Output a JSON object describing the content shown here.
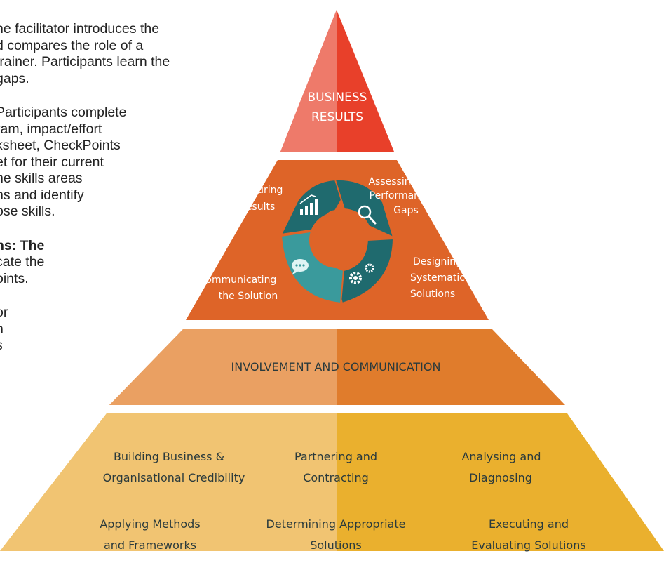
{
  "background_text": [
    [
      "he facilitator introduces the",
      "d compares the role of a",
      "trainer. Participants learn the",
      "gaps."
    ],
    [
      "Participants complete",
      "ram, impact/effort",
      "ksheet, CheckPoints",
      "et for their current",
      "he skills areas",
      "ns and identify",
      "ose skills."
    ],
    [
      "ns: The",
      "cate the",
      "oints."
    ],
    [
      "or",
      "n",
      "s"
    ]
  ],
  "pyramid": {
    "top": {
      "line1": "BUSINESS",
      "line2": "RESULTS"
    },
    "cycle": {
      "measuring": [
        "Measuring",
        "Results"
      ],
      "assessing": [
        "Assessing",
        "Performance",
        "Gaps"
      ],
      "designing": [
        "Designing",
        "Systematic",
        "Solutions"
      ],
      "communicating": [
        "Communicating",
        "the Solution"
      ]
    },
    "middle": {
      "label": "INVOLVEMENT AND COMMUNICATION"
    },
    "base": {
      "building": [
        "Building Business &",
        "Organisational Credibility"
      ],
      "partnering": [
        "Partnering and",
        "Contracting"
      ],
      "analysing": [
        "Analysing and",
        "Diagnosing"
      ],
      "applying": [
        "Applying Methods",
        "and Frameworks"
      ],
      "determining": [
        "Determining Appropriate",
        "Solutions"
      ],
      "executing": [
        "Executing and",
        "Evaluating Solutions"
      ]
    }
  },
  "colors": {
    "top_light": "#ee7a6a",
    "top_dark": "#e8402a",
    "second": "#de6428",
    "middle_light": "#eaa062",
    "middle_dark": "#e07c2c",
    "base_light": "#f1c472",
    "base_dark": "#eab02e",
    "cycle_teal": "#1f6a6e",
    "cycle_teal_light": "#3a9a9c",
    "label_dark_text": "#2a3a3c"
  }
}
